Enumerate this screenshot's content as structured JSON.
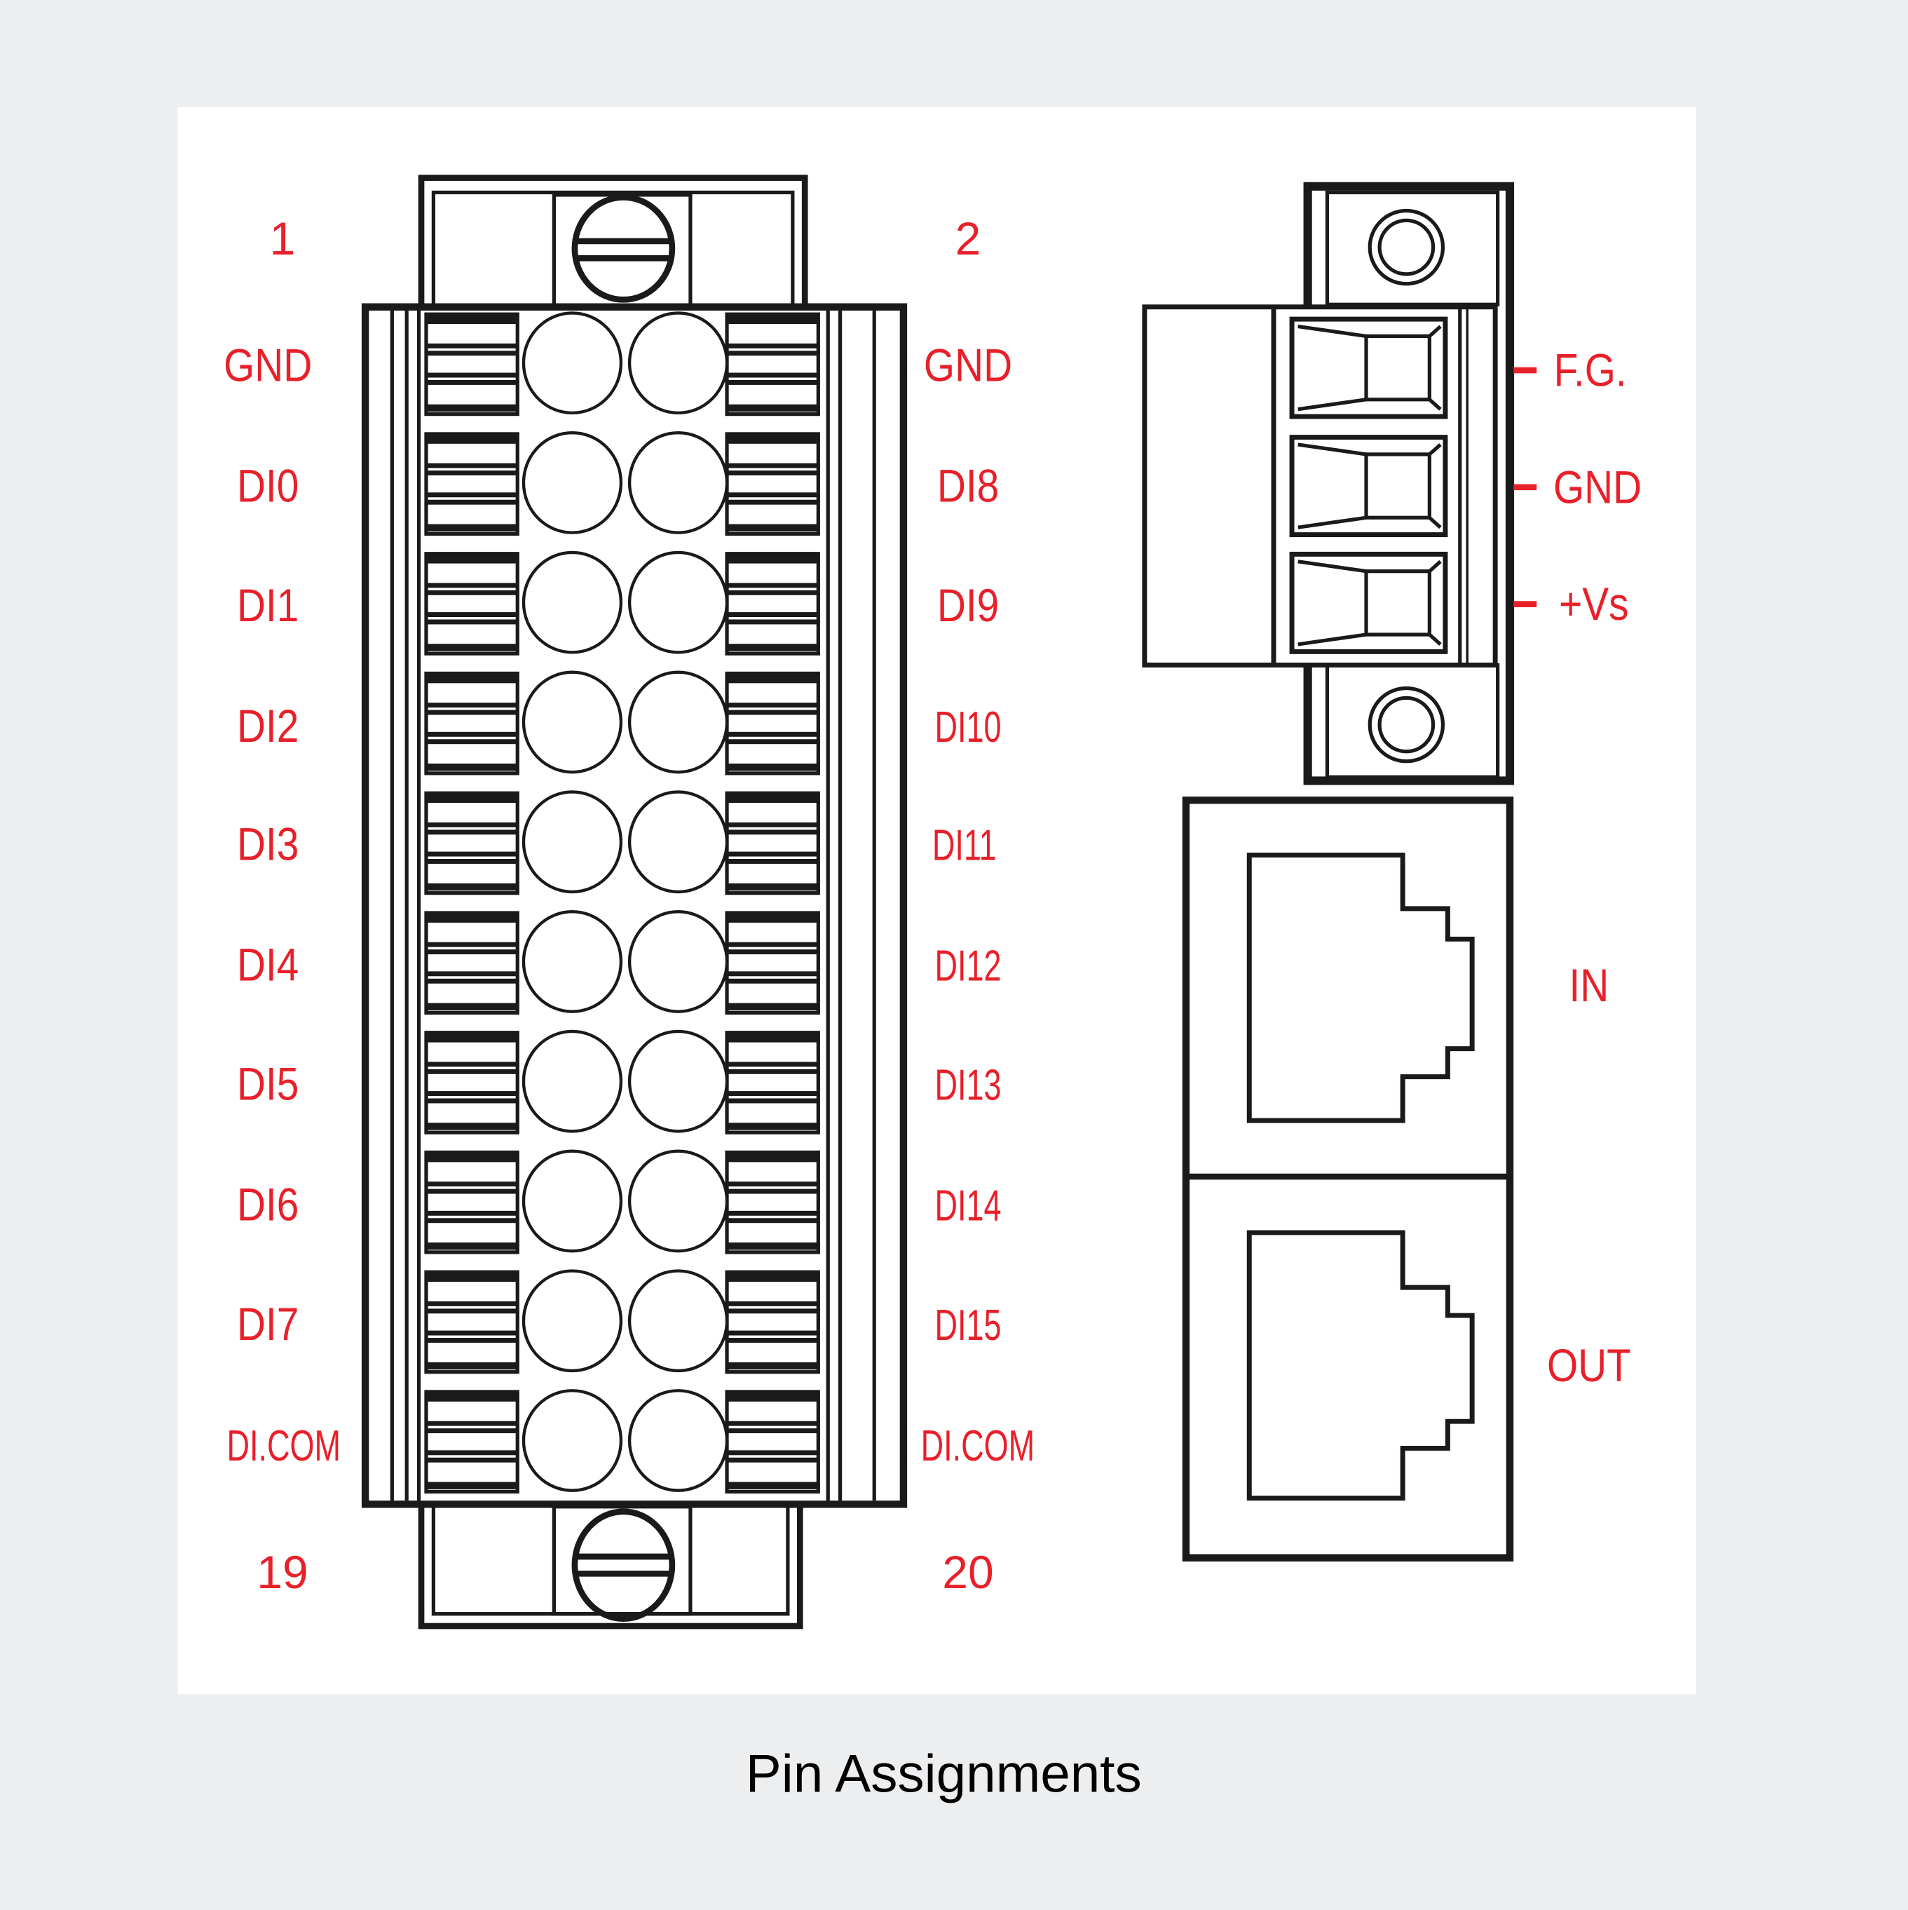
{
  "caption": "Pin Assignments",
  "colors": {
    "label": "#e8202a",
    "line": "#1a1a1a",
    "background": "#eceef0",
    "panel": "#ffffff"
  },
  "terminal_block": {
    "pin_numbers": {
      "top_left": "1",
      "top_right": "2",
      "bottom_left": "19",
      "bottom_right": "20"
    },
    "left_labels": [
      "GND",
      "DI0",
      "DI1",
      "DI2",
      "DI3",
      "DI4",
      "DI5",
      "DI6",
      "DI7",
      "DI.COM"
    ],
    "right_labels": [
      "GND",
      "DI8",
      "DI9",
      "DI10",
      "DI11",
      "DI12",
      "DI13",
      "DI14",
      "DI15",
      "DI.COM"
    ]
  },
  "power_connector": {
    "labels": [
      "F.G.",
      "GND",
      "+Vs"
    ]
  },
  "ethernet_ports": {
    "labels": [
      "IN",
      "OUT"
    ]
  }
}
